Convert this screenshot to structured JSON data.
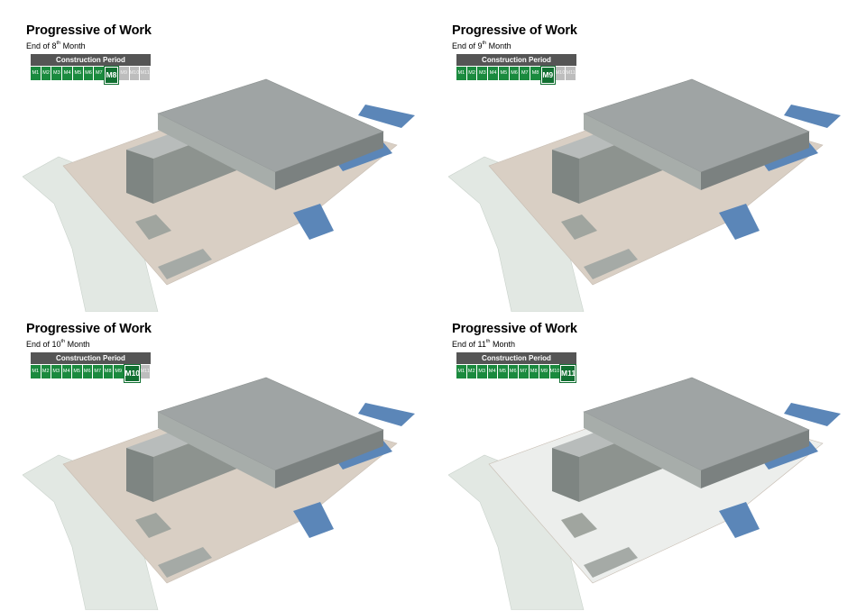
{
  "panels": [
    {
      "title": "Progressive of Work",
      "sub_prefix": "End of ",
      "sub_num": "8",
      "sub_sup": "th",
      "sub_suffix": " Month",
      "period_label": "Construction Period",
      "current": 8,
      "months": [
        "M1",
        "M2",
        "M3",
        "M4",
        "M5",
        "M6",
        "M7",
        "M8",
        "M9",
        "M10",
        "M11"
      ]
    },
    {
      "title": "Progressive of Work",
      "sub_prefix": "End of ",
      "sub_num": "9",
      "sub_sup": "th",
      "sub_suffix": " Month",
      "period_label": "Construction Period",
      "current": 9,
      "months": [
        "M1",
        "M2",
        "M3",
        "M4",
        "M5",
        "M6",
        "M7",
        "M8",
        "M9",
        "M10",
        "M11"
      ]
    },
    {
      "title": "Progressive of Work",
      "sub_prefix": "End of ",
      "sub_num": "10",
      "sub_sup": "th",
      "sub_suffix": " Month",
      "period_label": "Construction Period",
      "current": 10,
      "months": [
        "M1",
        "M2",
        "M3",
        "M4",
        "M5",
        "M6",
        "M7",
        "M8",
        "M9",
        "M10",
        "M11"
      ]
    },
    {
      "title": "Progressive of Work",
      "sub_prefix": "End of ",
      "sub_num": "11",
      "sub_sup": "th",
      "sub_suffix": " Month",
      "period_label": "Construction Period",
      "current": 11,
      "months": [
        "M1",
        "M2",
        "M3",
        "M4",
        "M5",
        "M6",
        "M7",
        "M8",
        "M9",
        "M10",
        "M11"
      ]
    }
  ],
  "colors": {
    "done": "#1a8a3e",
    "current": "#127032",
    "todo": "#bdbdbd",
    "header": "#555555",
    "roof": "#9fa4a4",
    "road": "#e2e8e3",
    "water": "#5b86b8"
  }
}
